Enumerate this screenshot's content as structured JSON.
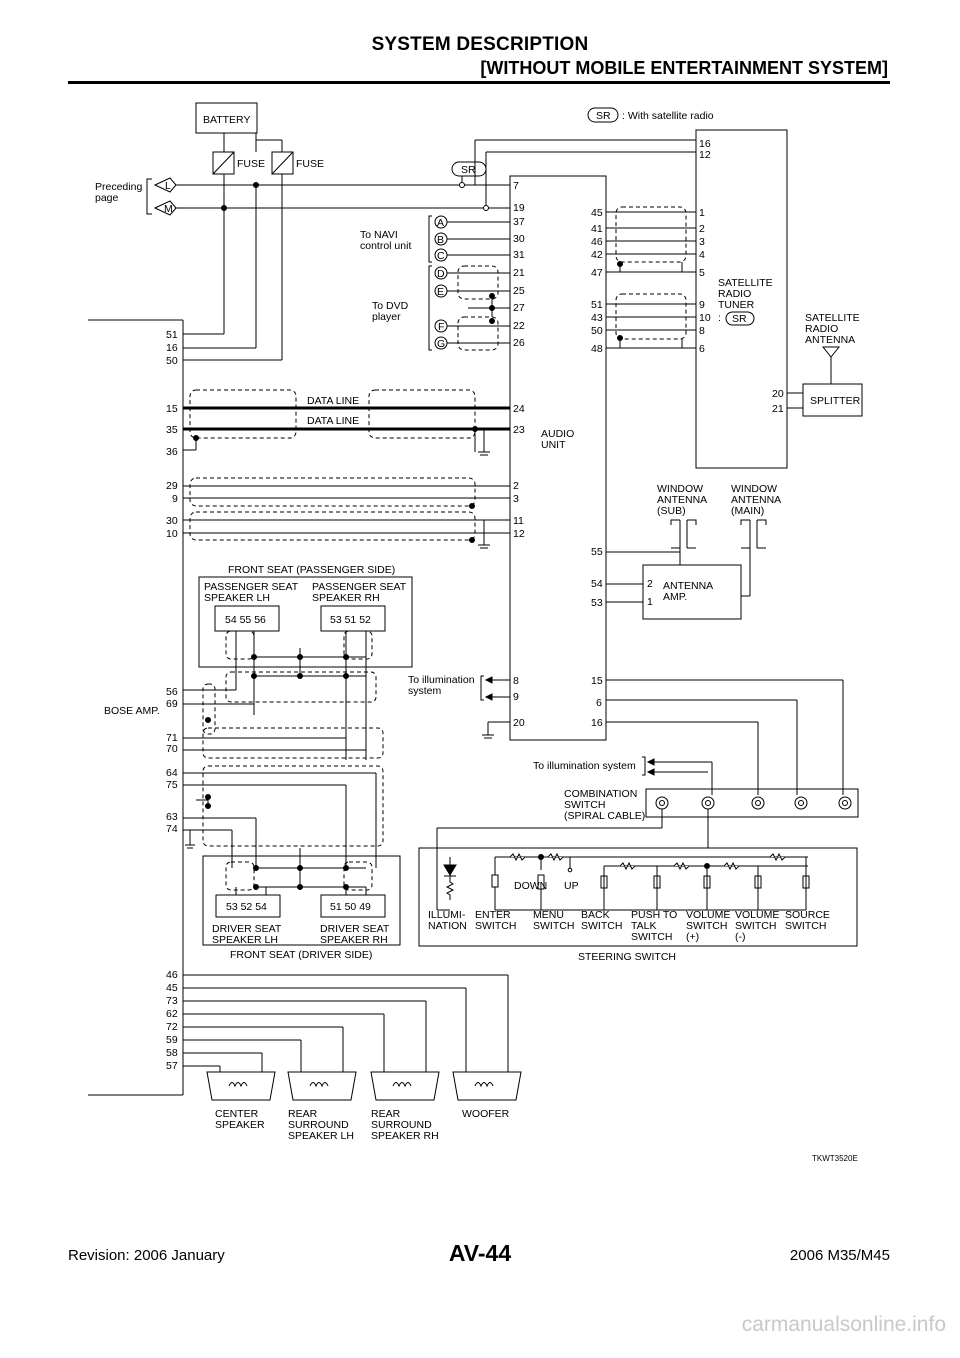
{
  "header": {
    "title": "SYSTEM DESCRIPTION",
    "subtitle": "[WITHOUT MOBILE ENTERTAINMENT SYSTEM]"
  },
  "diagram": {
    "battery": "BATTERY",
    "fuse": "FUSE",
    "sr_tag": "SR",
    "sr_legend": ": With satellite radio",
    "preceding_page": [
      "Preceding",
      "page"
    ],
    "connector_L": "L",
    "connector_M": "M",
    "to_navi": [
      "To NAVI",
      "control unit"
    ],
    "to_dvd": [
      "To DVD",
      "player"
    ],
    "circles": [
      "A",
      "B",
      "C",
      "D",
      "E",
      "F",
      "G"
    ],
    "audio_unit": [
      "AUDIO",
      "UNIT"
    ],
    "audio_left_pins": [
      "7",
      "19",
      "37",
      "30",
      "31",
      "21",
      "25",
      "27",
      "22",
      "26",
      "24",
      "23",
      "2",
      "3",
      "11",
      "12",
      "8",
      "9",
      "20"
    ],
    "audio_right_pins": [
      "45",
      "41",
      "46",
      "42",
      "47",
      "51",
      "43",
      "50",
      "48",
      "55",
      "54",
      "53",
      "15",
      "6",
      "16"
    ],
    "tuner_pins": [
      "16",
      "12",
      "1",
      "2",
      "3",
      "4",
      "5",
      "9",
      "10",
      "8",
      "6",
      "20",
      "21"
    ],
    "satellite_tuner": [
      "SATELLITE",
      "RADIO",
      "TUNER"
    ],
    "satellite_antenna": [
      "SATELLITE",
      "RADIO",
      "ANTENNA"
    ],
    "splitter": "SPLITTER",
    "data_line": "DATA LINE",
    "bose_amp": "BOSE AMP.",
    "bose_pins": [
      "51",
      "16",
      "50",
      "15",
      "35",
      "36",
      "29",
      "9",
      "30",
      "10",
      "56",
      "69",
      "71",
      "70",
      "64",
      "75",
      "63",
      "74",
      "46",
      "45",
      "73",
      "62",
      "72",
      "59",
      "58",
      "57"
    ],
    "front_seat_passenger": "FRONT SEAT (PASSENGER SIDE)",
    "passenger_lh": [
      "PASSENGER SEAT",
      "SPEAKER LH"
    ],
    "passenger_rh": [
      "PASSENGER SEAT",
      "SPEAKER RH"
    ],
    "passenger_lh_pins": "54  55  56",
    "passenger_rh_pins": "53  51  52",
    "front_seat_driver": "FRONT SEAT (DRIVER SIDE)",
    "driver_lh": [
      "DRIVER SEAT",
      "SPEAKER LH"
    ],
    "driver_rh": [
      "DRIVER SEAT",
      "SPEAKER RH"
    ],
    "driver_lh_pins": "53  52  54",
    "driver_rh_pins": "51  50  49",
    "window_sub": [
      "WINDOW",
      "ANTENNA",
      "(SUB)"
    ],
    "window_main": [
      "WINDOW",
      "ANTENNA",
      "(MAIN)"
    ],
    "antenna_amp": [
      "ANTENNA",
      "AMP."
    ],
    "amp_pins": [
      "2",
      "1"
    ],
    "to_illumination": [
      "To illumination",
      "system"
    ],
    "to_illumination_system": "To illumination system",
    "combination_switch": [
      "COMBINATION",
      "SWITCH",
      "(SPIRAL CABLE)"
    ],
    "down": "DOWN",
    "up": "UP",
    "switches": [
      [
        "ILLUMI-",
        "NATION"
      ],
      [
        "ENTER",
        "SWITCH"
      ],
      [
        "MENU",
        "SWITCH"
      ],
      [
        "BACK",
        "SWITCH"
      ],
      [
        "PUSH TO",
        "TALK",
        "SWITCH"
      ],
      [
        "VOLUME",
        "SWITCH",
        "(+)"
      ],
      [
        "VOLUME",
        "SWITCH",
        "(-)"
      ],
      [
        "SOURCE",
        "SWITCH"
      ]
    ],
    "steering_switch": "STEERING SWITCH",
    "speakers": [
      [
        "CENTER",
        "SPEAKER"
      ],
      [
        "REAR",
        "SURROUND",
        "SPEAKER LH"
      ],
      [
        "REAR",
        "SURROUND",
        "SPEAKER RH"
      ],
      [
        "WOOFER"
      ]
    ],
    "code": "TKWT3520E"
  },
  "footer": {
    "revision": "Revision: 2006 January",
    "page": "AV-44",
    "model": "2006 M35/M45",
    "watermark": "carmanualsonline.info"
  }
}
